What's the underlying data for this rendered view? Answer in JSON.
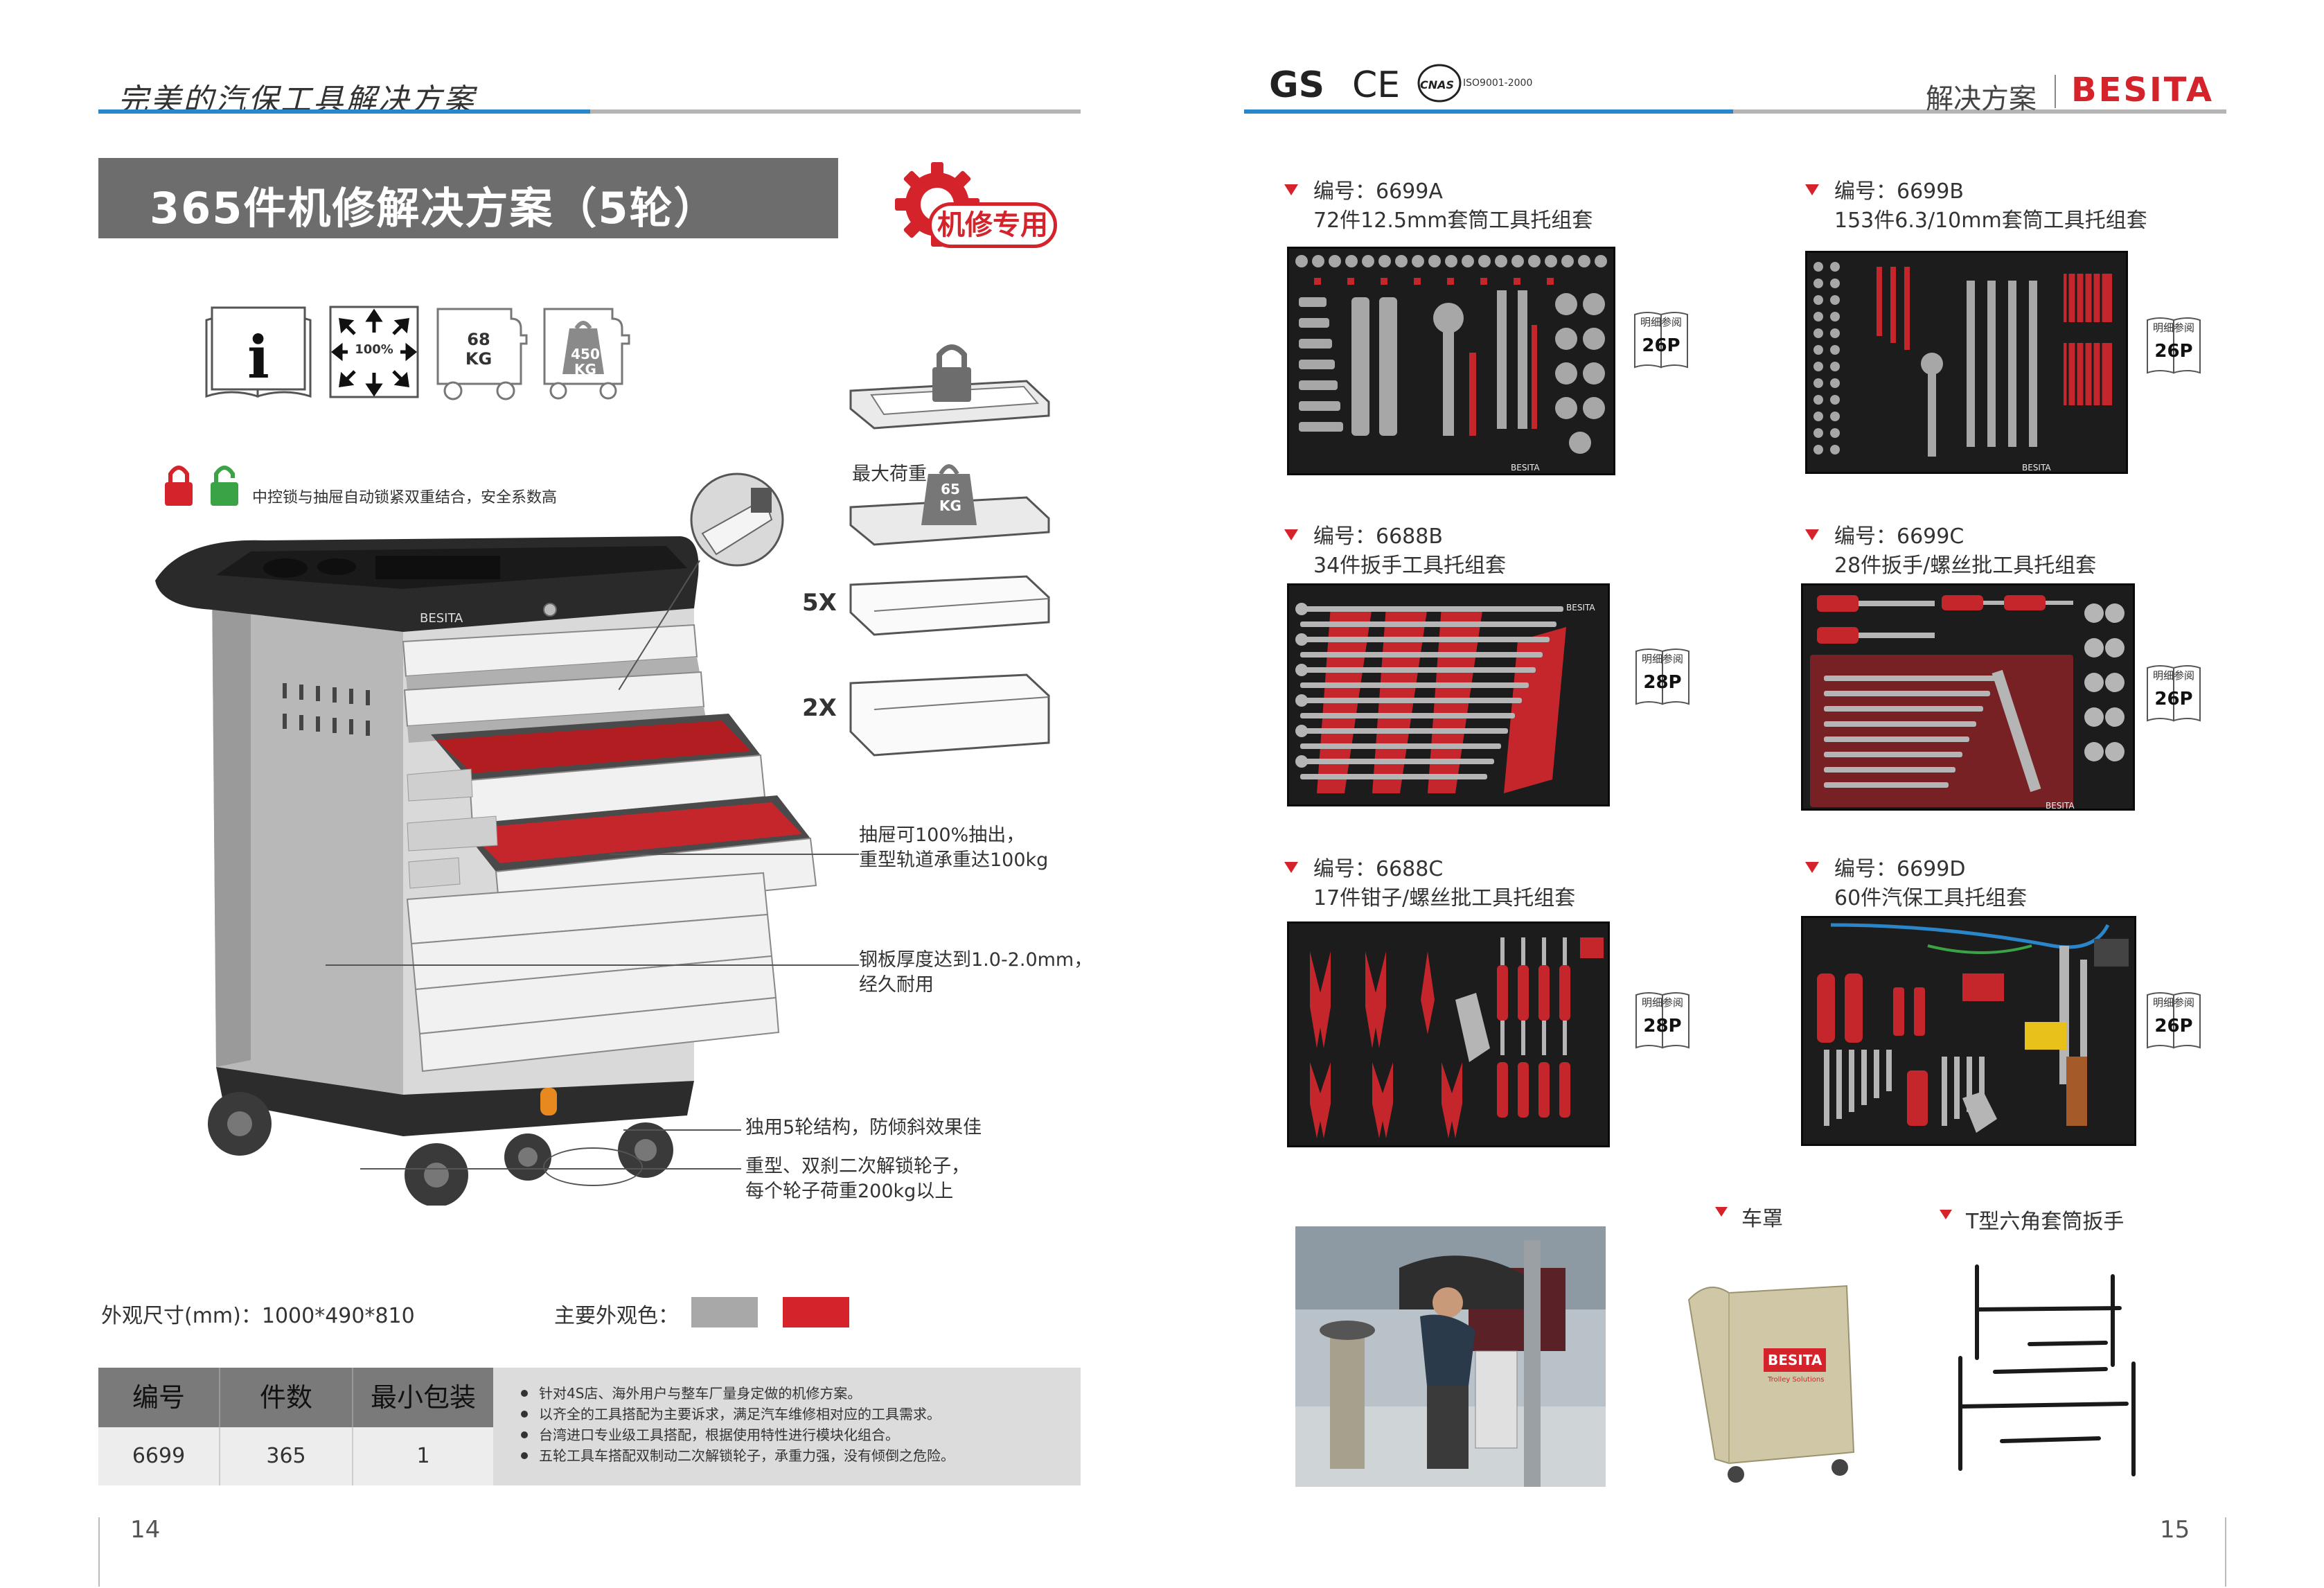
{
  "left_page": {
    "slogan": "完美的汽保工具解决方案",
    "title": "365件机修解决方案（5轮）",
    "badge_label": "机修专用",
    "icons": {
      "manual": "i",
      "extension": "100%",
      "weight_net": {
        "value": "68",
        "unit": "KG"
      },
      "weight_load": {
        "value": "450",
        "unit": "KG"
      }
    },
    "lock_note": "中控锁与抽屉自动锁紧双重结合，安全系数高",
    "cart_brand": "BESITA",
    "drawer_icons": {
      "max_load_label": "最大荷重",
      "max_load": {
        "value": "65",
        "unit": "KG"
      },
      "count_a": "5X",
      "count_b": "2X"
    },
    "callouts": [
      {
        "line1": "抽屉可100%抽出，",
        "line2": "重型轨道承重达100kg"
      },
      {
        "line1": "钢板厚度达到1.0-2.0mm，",
        "line2": "经久耐用"
      },
      {
        "line1": "独用5轮结构，防倾斜效果佳",
        "line2": ""
      },
      {
        "line1": "重型、双刹二次解锁轮子，",
        "line2": "每个轮子荷重200kg以上"
      }
    ],
    "dimensions": "外观尺寸(mm)：1000*490*810",
    "colors_label": "主要外观色：",
    "colors": [
      "#a8a8a8",
      "#d4232a"
    ],
    "table": {
      "headers": [
        "编号",
        "件数",
        "最小包装"
      ],
      "row": [
        "6699",
        "365",
        "1"
      ]
    },
    "notes": [
      "针对4S店、海外用户与整车厂量身定做的机修方案。",
      "以齐全的工具搭配为主要诉求，满足汽车维修相对应的工具需求。",
      "台湾进口专业级工具搭配，根据使用特性进行模块化组合。",
      "五轮工具车搭配双制动二次解锁轮子，承重力强，没有倾倒之危险。"
    ],
    "page_number": "14"
  },
  "right_page": {
    "certs": [
      "GS",
      "CE",
      "CNAS",
      "ISO9001-2000"
    ],
    "brand_cn": "解决方案",
    "brand_en": "BESITA",
    "tool_sets": [
      {
        "code": "编号：6699A",
        "name": "72件12.5mm套筒工具托组套",
        "ref_title": "明细参阅",
        "ref_page": "26P"
      },
      {
        "code": "编号：6699B",
        "name": "153件6.3/10mm套筒工具托组套",
        "ref_title": "明细参阅",
        "ref_page": "26P"
      },
      {
        "code": "编号：6688B",
        "name": "34件扳手工具托组套",
        "ref_title": "明细参阅",
        "ref_page": "28P"
      },
      {
        "code": "编号：6699C",
        "name": "28件扳手/螺丝批工具托组套",
        "ref_title": "明细参阅",
        "ref_page": "26P"
      },
      {
        "code": "编号：6688C",
        "name": "17件钳子/螺丝批工具托组套",
        "ref_title": "明细参阅",
        "ref_page": "28P"
      },
      {
        "code": "编号：6699D",
        "name": "60件汽保工具托组套",
        "ref_title": "明细参阅",
        "ref_page": "26P"
      }
    ],
    "accessories": [
      {
        "label": "车罩"
      },
      {
        "label": "T型六角套筒扳手"
      }
    ],
    "cover_brand": "BESITA",
    "cover_sub": "Trolley Solutions",
    "tray_brand": "BESITA",
    "page_number": "15"
  }
}
